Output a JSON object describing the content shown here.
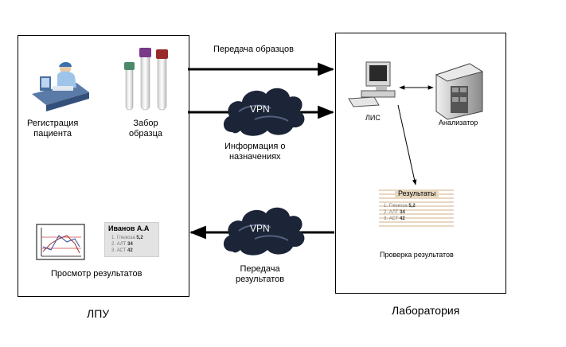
{
  "clinic": {
    "label": "ЛПУ",
    "registration_label": "Регистрация\nпациента",
    "sampling_label": "Забор\nобразца",
    "view_results_label": "Просмотр результатов",
    "card": {
      "name": "Иванов А.А",
      "rows": [
        {
          "n": "1.",
          "test": "Глюкоза",
          "value": "5,2"
        },
        {
          "n": "2.",
          "test": "АЛТ",
          "value": "34"
        },
        {
          "n": "3.",
          "test": "АСТ",
          "value": "42"
        }
      ]
    }
  },
  "lab": {
    "label": "Лаборатория",
    "lis_label": "ЛИС",
    "analyzer_label": "Анализатор",
    "check_label": "Проверка результатов",
    "results_doc": {
      "title": "Результаты",
      "rows": [
        {
          "n": "1.",
          "test": "Глюкоза",
          "value": "5,2"
        },
        {
          "n": "2.",
          "test": "АЛТ",
          "value": "34"
        },
        {
          "n": "3.",
          "test": "АСТ",
          "value": "42"
        }
      ]
    }
  },
  "channels": {
    "sample_transfer_label": "Передача образцов",
    "orders_label": "Информация о\nназначениях",
    "results_transfer_label": "Передача\nрезультатов",
    "vpn_label": "VPN"
  },
  "colors": {
    "cloud": "#1c2438",
    "tube_green": "#4a8a6a",
    "tube_purple": "#7a3a8a",
    "tube_red": "#9a2a2a",
    "doc_stripe": "#e8d8c0"
  }
}
